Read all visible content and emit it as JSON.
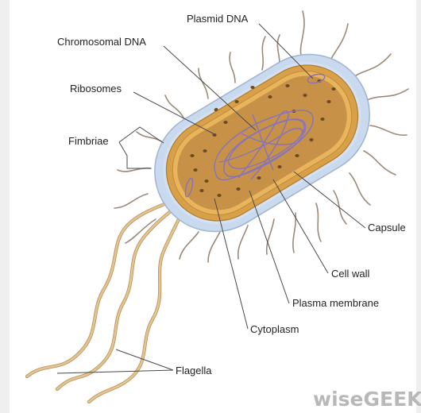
{
  "labels": {
    "plasmid_dna": "Plasmid DNA",
    "chromosomal_dna": "Chromosomal DNA",
    "ribosomes": "Ribosomes",
    "fimbriae": "Fimbriae",
    "capsule": "Capsule",
    "cell_wall": "Cell wall",
    "plasma_membrane": "Plasma membrane",
    "cytoplasm": "Cytoplasm",
    "flagella": "Flagella"
  },
  "watermark": {
    "brand": "wiseGEEK"
  },
  "colors": {
    "capsule": "#c9d9ee",
    "cell_wall": "#d49a3c",
    "cytoplasm": "#c99446",
    "ribosome": "#6b4a24",
    "dna": "#8a74b6",
    "flagella": "#d8b27a",
    "fimbriae": "#9a8a7a",
    "leader": "#4a4a4a"
  }
}
